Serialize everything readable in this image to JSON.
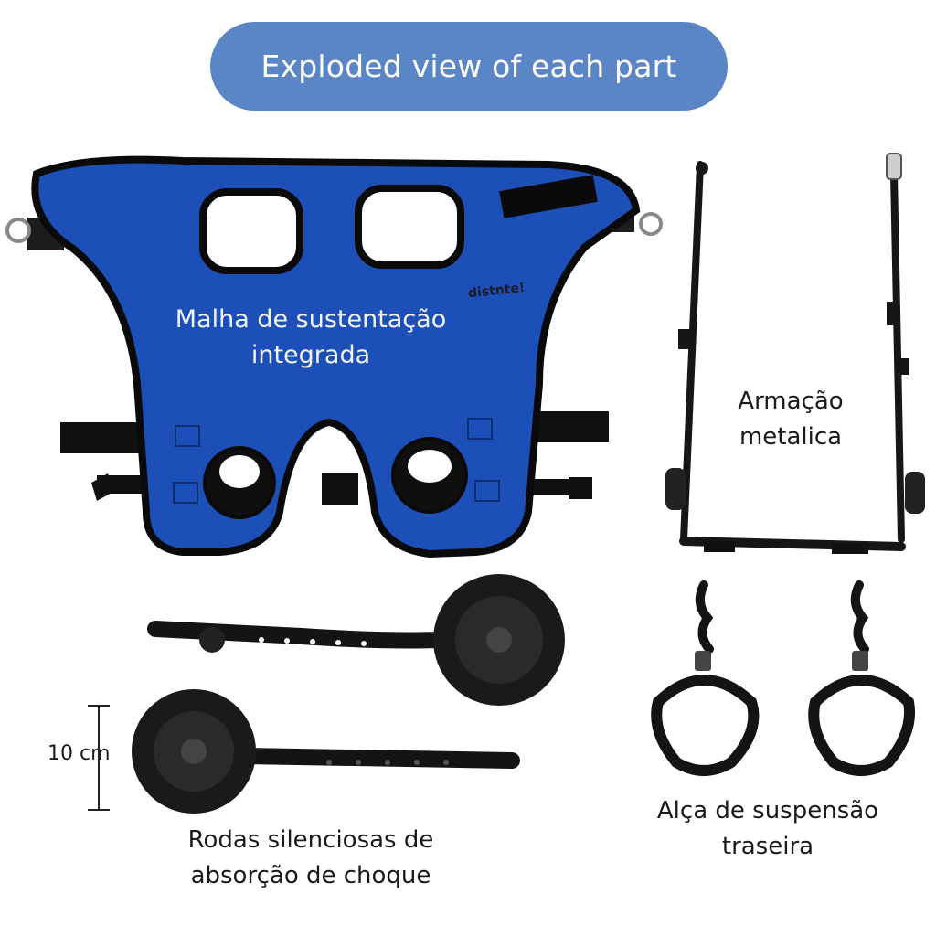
{
  "header": {
    "title": "Exploded view of each part"
  },
  "parts": {
    "harness": {
      "label_line1": "Malha de sustentação",
      "label_line2": "integrada",
      "brand": "distnte!"
    },
    "frame": {
      "label_line1": "Armação",
      "label_line2": "metalica"
    },
    "wheels": {
      "label_line1": "Rodas silenciosas de",
      "label_line2": "absorção de choque",
      "dimension": "10 cm"
    },
    "strap": {
      "label_line1": "Alça de suspensão",
      "label_line2": "traseira"
    }
  },
  "colors": {
    "accent": "#5a86c6",
    "harness_blue": "#1d4fb8",
    "metal": "#161616"
  }
}
